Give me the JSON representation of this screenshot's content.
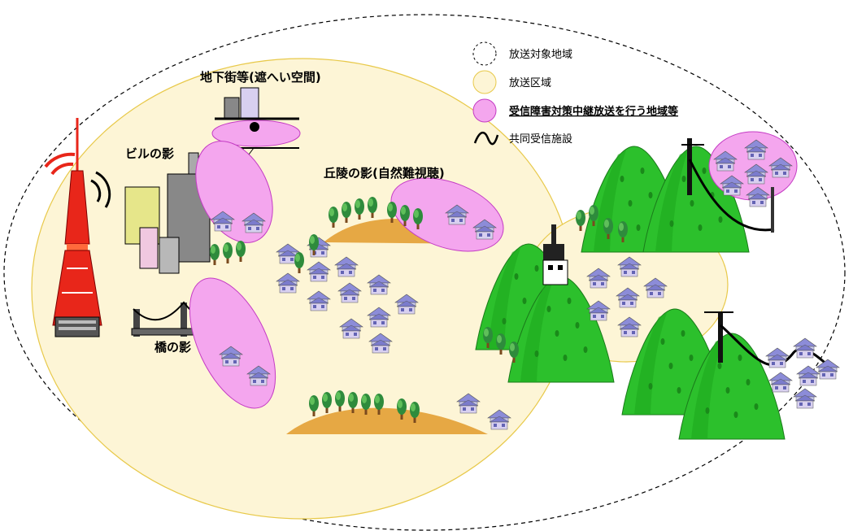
{
  "labels": {
    "underground": "地下街等(遮へい空間)",
    "building_shadow": "ビルの影",
    "hill_shadow": "丘陵の影(自然難視聴)",
    "bridge_shadow": "橋の影"
  },
  "legend": {
    "target_area": "放送対象地域",
    "broadcast_zone": "放送区域",
    "relay_area": "受信障害対策中継放送を行う地域等",
    "shared_facility": "共同受信施設"
  },
  "colors": {
    "target_area_border": "#000000",
    "broadcast_zone_fill": "#fdf5d6",
    "broadcast_zone_border": "#e8c94a",
    "relay_area_fill": "#f4a6ee",
    "relay_area_border": "#c43cc4",
    "tower": "#e8261a",
    "mountain": "#2cc02c",
    "tree_crown": "#2e8b3c",
    "house_roof": "#8c8cd8",
    "hill_ground": "#e6a844"
  }
}
